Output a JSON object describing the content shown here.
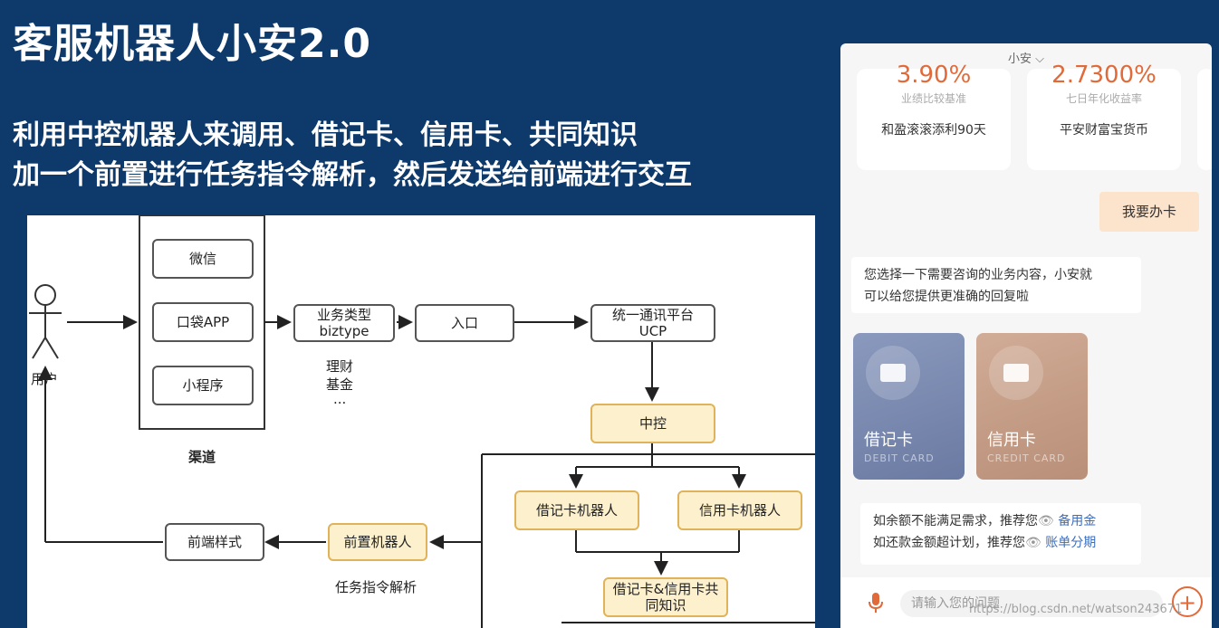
{
  "slide": {
    "title": "客服机器人小安2.0",
    "subtitle_1": "利用中控机器人来调用、借记卡、信用卡、共同知识",
    "subtitle_2": "加一个前置进行任务指令解析，然后发送给前端进行交互"
  },
  "diagram": {
    "user": "用户",
    "channels": [
      "微信",
      "口袋APP",
      "小程序"
    ],
    "channels_label": "渠道",
    "biz_type": "业务类型\nbiztype",
    "biz_examples": [
      "理财",
      "基金",
      "..."
    ],
    "entry": "入口",
    "ucp": "统一通讯平台\nUCP",
    "central": "中控",
    "debit_bot": "借记卡机器人",
    "credit_bot": "信用卡机器人",
    "common_knowledge": "借记卡&信用卡共\n同知识",
    "pre_bot": "前置机器人",
    "task_parse": "任务指令解析",
    "front_style": "前端样式"
  },
  "phone": {
    "header": "小安 ⌵",
    "products": [
      {
        "rate": "3.90%",
        "rate_label": "业绩比较基准",
        "name": "和盈滚滚添利90天"
      },
      {
        "rate": "2.7300%",
        "rate_label": "七日年化收益率",
        "name": "平安财富宝货币"
      }
    ],
    "user_msg": "我要办卡",
    "bot_msg_1": "您选择一下需要咨询的业务内容，小安就",
    "bot_msg_2": "可以给您提供更准确的回复啦",
    "cards": [
      {
        "cn": "借记卡",
        "en": "DEBIT CARD",
        "color": "#7e8db3"
      },
      {
        "cn": "信用卡",
        "en": "CREDIT CARD",
        "color": "#c9a18b"
      }
    ],
    "rec_1_text": "如余额不能满足需求，推荐您",
    "rec_1_link": "备用金",
    "rec_2_text": "如还款金额超计划，推荐您",
    "rec_2_link": "账单分期",
    "input_placeholder": "请输入您的问题",
    "plus": "+"
  },
  "watermark": "https://blog.csdn.net/watson243671",
  "colors": {
    "background": "#0e3a6b",
    "accent": "#e06a3a",
    "yellow_box": "#fdf0cc"
  }
}
